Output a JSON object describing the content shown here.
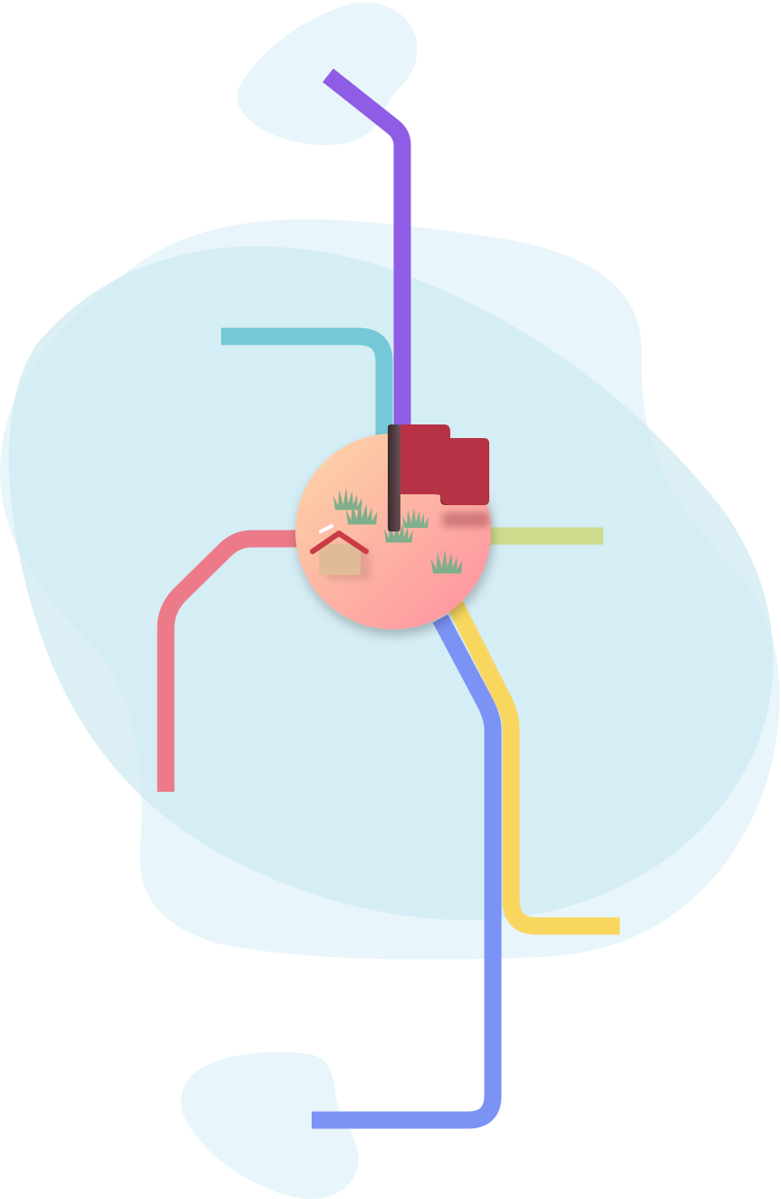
{
  "diagram": {
    "background": {
      "blob_color_light": "#e8f5fa",
      "blob_color_main": "#cfe9f2"
    },
    "routes": [
      {
        "name": "purple-route",
        "color": "#8f5ce6"
      },
      {
        "name": "teal-route",
        "color": "#74c8d8"
      },
      {
        "name": "pink-route",
        "color": "#ec7a89"
      },
      {
        "name": "lime-route",
        "color": "#cfdc8e"
      },
      {
        "name": "blue-route",
        "color": "#7b93f5"
      },
      {
        "name": "yellow-route",
        "color": "#f9d75e"
      }
    ],
    "hub": {
      "gradient_start": "#fdd7a8",
      "gradient_end": "#fe8fa0",
      "icons": [
        "flag-icon",
        "house-icon",
        "bush-icon"
      ],
      "flag_color": "#b83246",
      "roof_color": "#c93b46",
      "wall_color": "#dfbc97",
      "bush_color": "#7fae8a"
    }
  }
}
